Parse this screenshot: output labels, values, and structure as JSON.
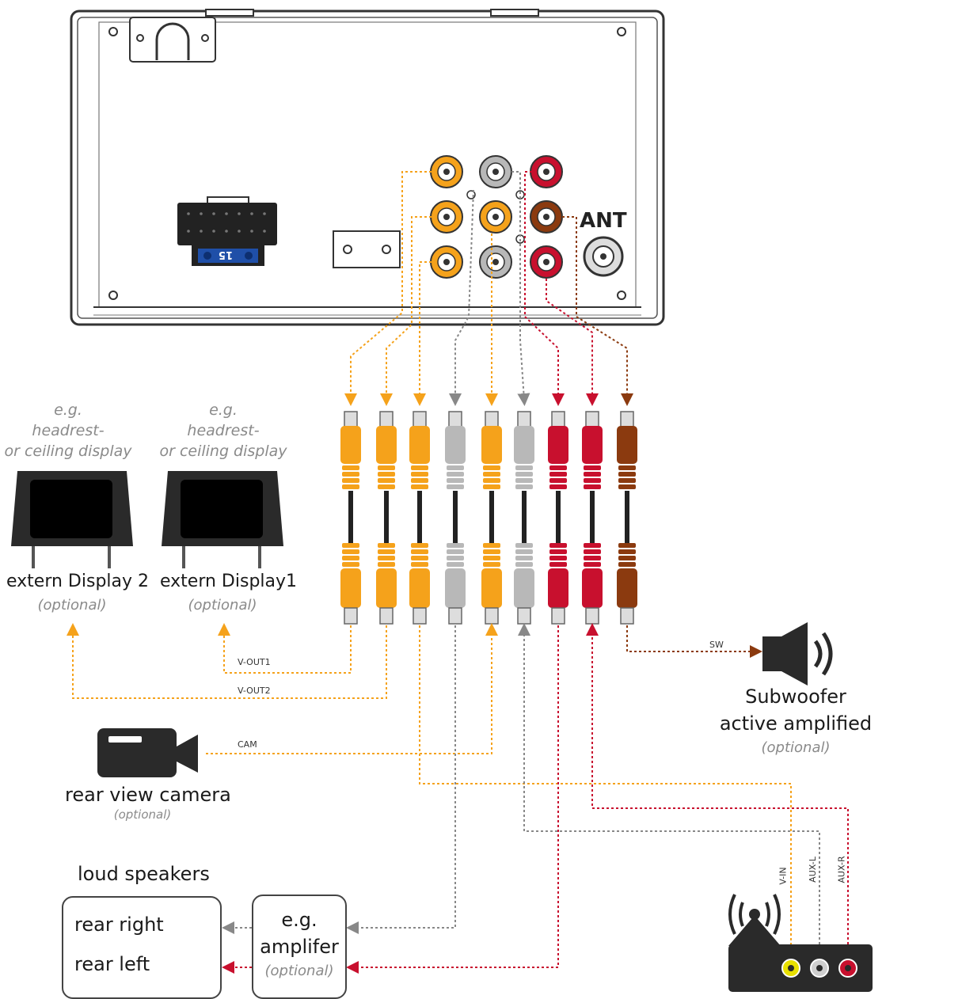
{
  "head_unit": {
    "antenna_label": "ANT",
    "connector_label": "15"
  },
  "displays": [
    {
      "eg_line1": "e.g.",
      "eg_line2": "headrest-",
      "eg_line3": "or ceiling display",
      "name": "extern Display 2",
      "optional": "(optional)"
    },
    {
      "eg_line1": "e.g.",
      "eg_line2": "headrest-",
      "eg_line3": "or ceiling display",
      "name": "extern Display1",
      "optional": "(optional)"
    }
  ],
  "signals": {
    "v_out1": "V-OUT1",
    "v_out2": "V-OUT2",
    "cam": "CAM",
    "sw": "SW",
    "v_in": "V-IN",
    "aux_l": "AUX-L",
    "aux_r": "AUX-R"
  },
  "camera": {
    "name": "rear view camera",
    "optional": "(optional)"
  },
  "subwoofer": {
    "line1": "Subwoofer",
    "line2": "active amplified",
    "optional": "(optional)"
  },
  "speakers": {
    "title": "loud speakers",
    "rear_right": "rear right",
    "rear_left": "rear left"
  },
  "amplifier": {
    "line1": "e.g.",
    "line2": "amplifer",
    "optional": "(optional)"
  },
  "colors": {
    "yellow": "#f5a21b",
    "white": "#b8b8b8",
    "red": "#c8102e",
    "brown": "#8b3a0f",
    "dark": "#222222"
  },
  "rca_plugs": [
    "yellow",
    "yellow",
    "yellow",
    "white",
    "yellow",
    "white",
    "red",
    "red",
    "brown"
  ]
}
